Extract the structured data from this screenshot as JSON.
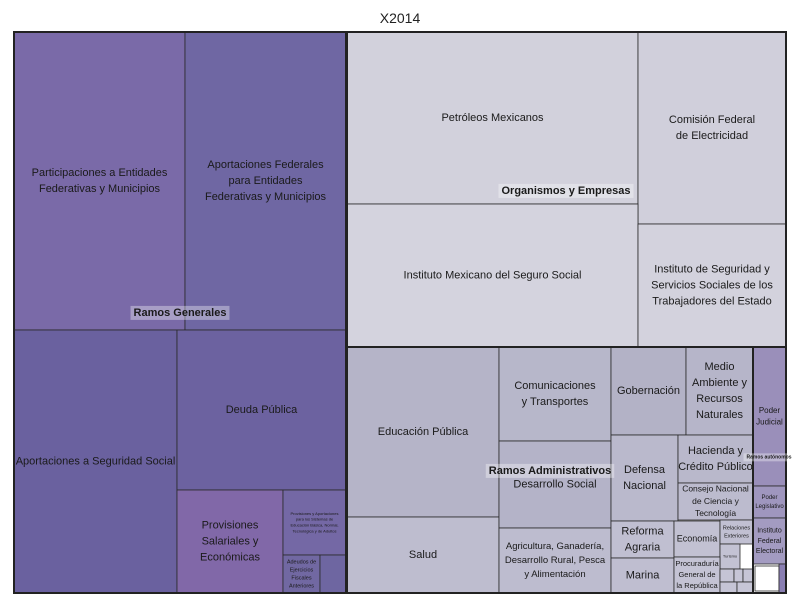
{
  "chart_data": {
    "type": "treemap",
    "title": "X2014",
    "colors": {
      "ramos_generales": "#7466a4",
      "organismos_empresas": "#d0cfda",
      "ramos_administrativos": "#b6b6c8",
      "ramos_autonomos": "#9a8fba",
      "border": "#222222"
    },
    "groups": [
      {
        "name": "Ramos Generales",
        "value": 37.8,
        "color_key": "ramos_generales",
        "children": [
          {
            "name": "Participaciones a Entidades Federativas y Municipios",
            "value": 12.5,
            "lines": [
              "Participaciones a Entidades",
              "Federativas y Municipios"
            ],
            "font": 11,
            "color": "#7a6aa8"
          },
          {
            "name": "Aportaciones Federales para Entidades Federativas y Municipios",
            "value": 11.8,
            "lines": [
              "Aportaciones Federales",
              "para Entidades",
              "Federativas y Municipios"
            ],
            "font": 11,
            "color": "#6f67a3"
          },
          {
            "name": "Aportaciones a Seguridad Social",
            "value": 8.7,
            "lines": [
              "Aportaciones a Seguridad Social"
            ],
            "font": 11,
            "color": "#6a619f"
          },
          {
            "name": "Deuda Pública",
            "value": 8.5,
            "lines": [
              "Deuda Pública"
            ],
            "font": 11,
            "color": "#6c62a0"
          },
          {
            "name": "Provisiones Salariales y Económicas",
            "value": 3.2,
            "lines": [
              "Provisiones",
              "Salariales y",
              "Económicas"
            ],
            "font": 11,
            "color": "#8168a8"
          },
          {
            "name": "Provisiones y Aportaciones para los Sistemas de Educación Básica, Normal, Tecnológica y de Adultos",
            "value": 1.2,
            "lines": [
              "Provisiones y Aportaciones",
              "para los Sistemas de",
              "Educación Básica, Normal,",
              "Tecnológica y de Adultos"
            ],
            "font": 4,
            "color": "#7468a5"
          },
          {
            "name": "Adeudos de Ejercicios Fiscales Anteriores",
            "value": 0.5,
            "lines": [
              "Adeudos de",
              "Ejercicios",
              "Fiscales",
              "Anteriores"
            ],
            "font": 5.5,
            "color": "#7168a2"
          },
          {
            "name": "",
            "value": 0.5,
            "lines": [],
            "font": 5,
            "color": "#6e66a1"
          }
        ]
      },
      {
        "name": "Organismos y Empresas",
        "value": 28.5,
        "color_key": "organismos_empresas",
        "children": [
          {
            "name": "Petróleos Mexicanos",
            "value": 9.7,
            "lines": [
              "Petróleos Mexicanos"
            ],
            "font": 11,
            "color": "#d2d1dc"
          },
          {
            "name": "Comisión Federal de Electricidad",
            "value": 5.7,
            "lines": [
              "Comisión Federal",
              "de Electricidad"
            ],
            "font": 11,
            "color": "#d0cfdb"
          },
          {
            "name": "Instituto Mexicano del Seguro Social",
            "value": 9.6,
            "lines": [
              "Instituto Mexicano del Seguro Social"
            ],
            "font": 11,
            "color": "#d4d3de"
          },
          {
            "name": "Instituto de Seguridad y Servicios Sociales de los Trabajadores del Estado",
            "value": 4.2,
            "lines": [
              "Instituto de Seguridad y",
              "Servicios Sociales de los",
              "Trabajadores del Estado"
            ],
            "font": 11,
            "color": "#d3d2dd"
          }
        ]
      },
      {
        "name": "Ramos Administrativos",
        "value": 29.6,
        "color_key": "ramos_administrativos",
        "children": [
          {
            "name": "Educación Pública",
            "value": 7.6,
            "lines": [
              "Educación Pública"
            ],
            "font": 11,
            "color": "#b5b4c8"
          },
          {
            "name": "Salud",
            "value": 3.3,
            "lines": [
              "Salud"
            ],
            "font": 11,
            "color": "#bebdcf"
          },
          {
            "name": "Comunicaciones y Transportes",
            "value": 2.8,
            "lines": [
              "Comunicaciones",
              "y Transportes"
            ],
            "font": 11,
            "color": "#b7b7ca"
          },
          {
            "name": "Desarrollo Social",
            "value": 2.6,
            "lines": [
              "Desarrollo Social"
            ],
            "font": 11,
            "color": "#b4b3c8"
          },
          {
            "name": "Agricultura, Ganadería, Desarrollo Rural, Pesca y Alimentación",
            "value": 2.3,
            "lines": [
              "Agricultura, Ganadería,",
              "Desarrollo Rural, Pesca",
              "y Alimentación"
            ],
            "font": 9.5,
            "color": "#bdbccf"
          },
          {
            "name": "Gobernación",
            "value": 1.6,
            "lines": [
              "Gobernación"
            ],
            "font": 11,
            "color": "#b3b2c6"
          },
          {
            "name": "Medio Ambiente y Recursos Naturales",
            "value": 1.4,
            "lines": [
              "Medio",
              "Ambiente y",
              "Recursos",
              "Naturales"
            ],
            "font": 11,
            "color": "#b6b5c9"
          },
          {
            "name": "Defensa Nacional",
            "value": 1.6,
            "lines": [
              "Defensa",
              "Nacional"
            ],
            "font": 11,
            "color": "#bab9cc"
          },
          {
            "name": "Hacienda y Crédito Público",
            "value": 0.9,
            "lines": [
              "Hacienda y",
              "Crédito Público"
            ],
            "font": 11,
            "color": "#b9b8cb"
          },
          {
            "name": "Consejo Nacional de Ciencia y Tecnología",
            "value": 0.7,
            "lines": [
              "Consejo Nacional",
              "de Ciencia y",
              "Tecnología"
            ],
            "font": 8.5,
            "color": "#bcbbce"
          },
          {
            "name": "Reforma Agraria",
            "value": 0.6,
            "lines": [
              "Reforma",
              "Agraria"
            ],
            "font": 11,
            "color": "#c0bfd1"
          },
          {
            "name": "Marina",
            "value": 0.6,
            "lines": [
              "Marina"
            ],
            "font": 11,
            "color": "#bfbed0"
          },
          {
            "name": "Economía",
            "value": 0.4,
            "lines": [
              "Economía"
            ],
            "font": 9,
            "color": "#c2c1d2"
          },
          {
            "name": "Relaciones Exteriores",
            "value": 0.2,
            "lines": [
              "Relaciones",
              "Exteriores"
            ],
            "font": 5.5,
            "color": "#c1c0d2"
          },
          {
            "name": "Turismo",
            "value": 0.1,
            "lines": [
              "Turismo"
            ],
            "font": 4,
            "color": "#c3c2d3"
          },
          {
            "name": "Procuraduría General de la República",
            "value": 0.3,
            "lines": [
              "Procuraduría",
              "General de",
              "la República"
            ],
            "font": 7.5,
            "color": "#c4c3d4"
          },
          {
            "name": "",
            "value": 0.1,
            "lines": [],
            "font": 5,
            "color": "#c5c4d5"
          },
          {
            "name": "",
            "value": 0.1,
            "lines": [],
            "font": 5,
            "color": "#c6c5d6"
          },
          {
            "name": "",
            "value": 0.1,
            "lines": [],
            "font": 5,
            "color": "#c6c5d6"
          },
          {
            "name": "",
            "value": 0.1,
            "lines": [],
            "font": 5,
            "color": "#c5c4d5"
          },
          {
            "name": "",
            "value": 0.1,
            "lines": [],
            "font": 5,
            "color": "#c6c5d6"
          }
        ]
      },
      {
        "name": "Ramos autónomos",
        "value": 1.4,
        "color_key": "ramos_autonomos",
        "children": [
          {
            "name": "Poder Judicial",
            "value": 0.7,
            "lines": [
              "Poder",
              "Judicial"
            ],
            "font": 8,
            "color": "#9a8fba"
          },
          {
            "name": "Poder Legislativo",
            "value": 0.2,
            "lines": [
              "Poder",
              "Legislativo"
            ],
            "font": 6,
            "color": "#9f96be"
          },
          {
            "name": "Instituto Federal Electoral",
            "value": 0.4,
            "lines": [
              "Instituto",
              "Federal",
              "Electoral"
            ],
            "font": 7,
            "color": "#a39bc1"
          },
          {
            "name": "",
            "value": 0.1,
            "lines": [],
            "font": 5,
            "color": "#ffffff"
          },
          {
            "name": "",
            "value": 0.05,
            "lines": [],
            "font": 5,
            "color": "#8a7fb2"
          }
        ]
      }
    ]
  }
}
